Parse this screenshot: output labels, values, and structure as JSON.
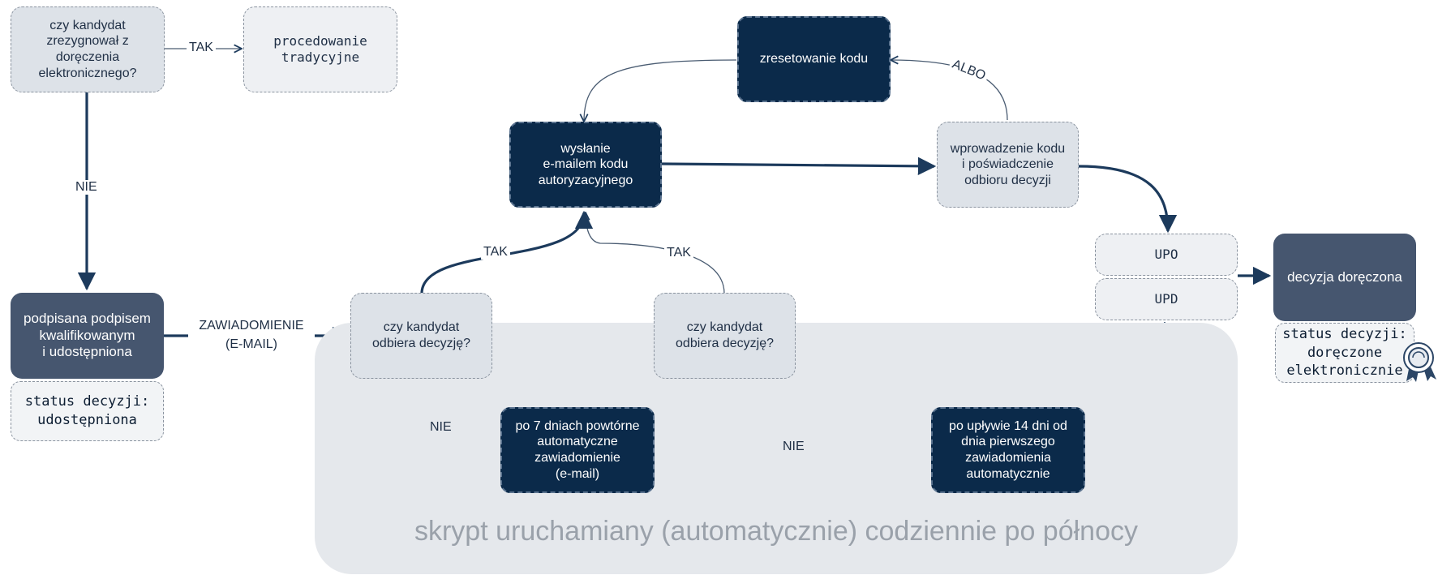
{
  "zone": {
    "label": "skrypt uruchamiany (automatycznie) codziennie po północy"
  },
  "nodes": {
    "resigned": "czy kandydat\nzrezygnował z\ndoręczenia\nelektronicznego?",
    "traditional": "procedowanie\ntradycyjne",
    "signed": "podpisana podpisem\nkwalifikowanym\ni udostępniona",
    "status_shared": "status decyzji:\nudostępniona",
    "receives_1": "czy kandydat\nodbiera decyzję?",
    "receives_2": "czy kandydat\nodbiera decyzję?",
    "reminder": "po 7 dniach powtórne\nautomatyczne\nzawiadomienie\n(e-mail)",
    "after14": "po upływie 14 dni od\ndnia pierwszego\nzawiadomienia\nautomatycznie",
    "send_code": "wysłanie\ne-mailem kodu\nautoryzacyjnego",
    "reset_code": "zresetowanie kodu",
    "enter_code": "wprowadzenie kodu\ni poświadczenie\nodbioru decyzji",
    "upo": "UPO",
    "upd": "UPD",
    "delivered": "decyzja doręczona",
    "status_delivered": "status decyzji:\ndoręczone\nelektronicznie"
  },
  "edges": {
    "tak_top": "TAK",
    "nie_left": "NIE",
    "notify": "ZAWIADOMIENIE\n(E-MAIL)",
    "tak_1": "TAK",
    "tak_2": "TAK",
    "nie_1": "NIE",
    "nie_2": "NIE",
    "albo": "ALBO"
  },
  "colors": {
    "dark_navy": "#0b2a4a",
    "slate": "#46566f",
    "light_node": "#dde2e8",
    "zone": "#e5e8ec",
    "arrow": "#1c3a5c"
  }
}
